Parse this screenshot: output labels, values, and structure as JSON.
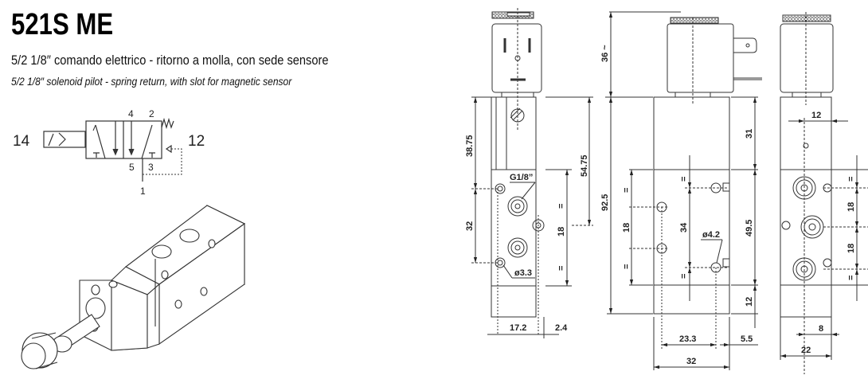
{
  "header": {
    "title": "521S ME",
    "subtitle_it": "5/2 1/8″ comando elettrico - ritorno a molla, con sede sensore",
    "subtitle_en": "5/2 1/8″ solenoid pilot - spring return, with slot for magnetic sensor"
  },
  "symbol": {
    "port_14": "14",
    "port_12": "12",
    "port_4": "4",
    "port_2": "2",
    "port_5": "5",
    "port_3": "3",
    "port_1": "1"
  },
  "side_view": {
    "dim_36": "36 ~",
    "dim_38_75": "38.75",
    "dim_54_75": "54.75",
    "dim_32": "32",
    "dim_18": "18",
    "eq_top": "=",
    "eq_bottom": "=",
    "thread": "G1/8”",
    "hole_dia": "ø3.3",
    "dim_17_2": "17.2",
    "dim_2_4": "2.4",
    "dim_92_5": "92.5"
  },
  "front_view": {
    "dim_31": "31",
    "dim_18": "18",
    "dim_34": "34",
    "hole_dia": "ø4.2",
    "dim_49_5": "49.5",
    "dim_12": "12",
    "dim_23_3": "23.3",
    "dim_5_5": "5.5",
    "dim_32": "32",
    "eq_left_top": "=",
    "eq_left_bottom": "=",
    "eq_mid_top": "=",
    "eq_mid_bottom": "="
  },
  "end_view": {
    "dim_12": "12",
    "dim_18_a": "18",
    "dim_18_b": "18",
    "dim_8": "8",
    "dim_22": "22",
    "eq_top": "=",
    "eq_bottom": "="
  }
}
